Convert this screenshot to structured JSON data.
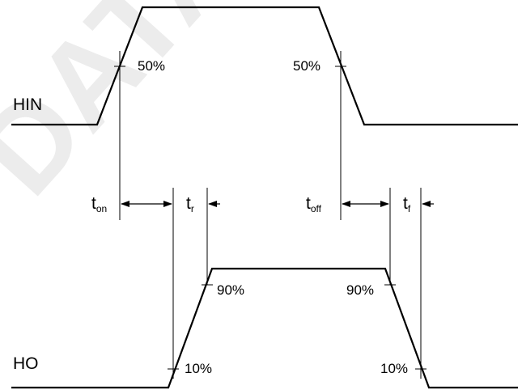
{
  "signals": {
    "input_name": "HIN",
    "output_name": "HO"
  },
  "levels": {
    "hin_rise_mid": "50%",
    "hin_fall_mid": "50%",
    "ho_rise_top": "90%",
    "ho_fall_top": "90%",
    "ho_rise_bottom": "10%",
    "ho_fall_bottom": "10%"
  },
  "timings": {
    "t_on": {
      "main": "t",
      "sub": "on"
    },
    "t_r": {
      "main": "t",
      "sub": "r"
    },
    "t_off": {
      "main": "t",
      "sub": "off"
    },
    "t_f": {
      "main": "t",
      "sub": "f"
    }
  },
  "watermark": "DATASHEET",
  "colors": {
    "line": "#000000",
    "watermark": "#ececec"
  }
}
